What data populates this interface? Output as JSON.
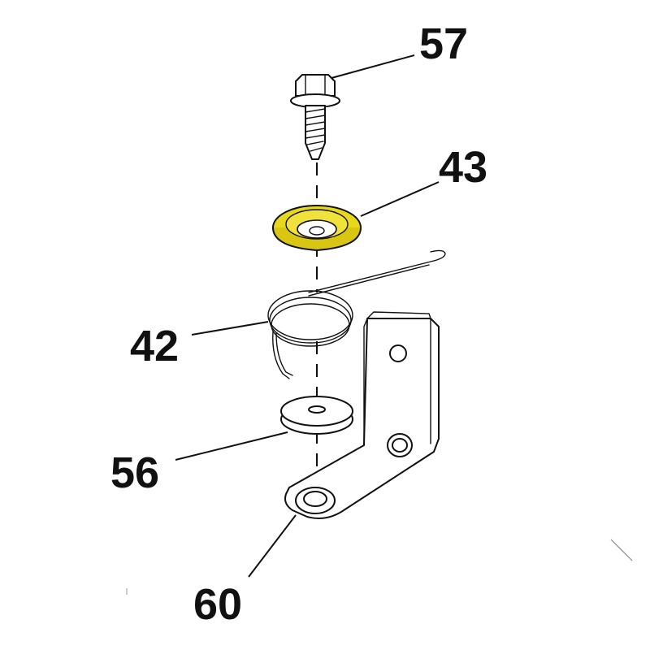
{
  "callouts": {
    "bolt": "57",
    "washer_highlighted": "43",
    "spring": "42",
    "washer_flat": "56",
    "bracket": "60"
  },
  "colors": {
    "highlight": "#e8d81c",
    "line": "#111111",
    "background": "#ffffff"
  }
}
